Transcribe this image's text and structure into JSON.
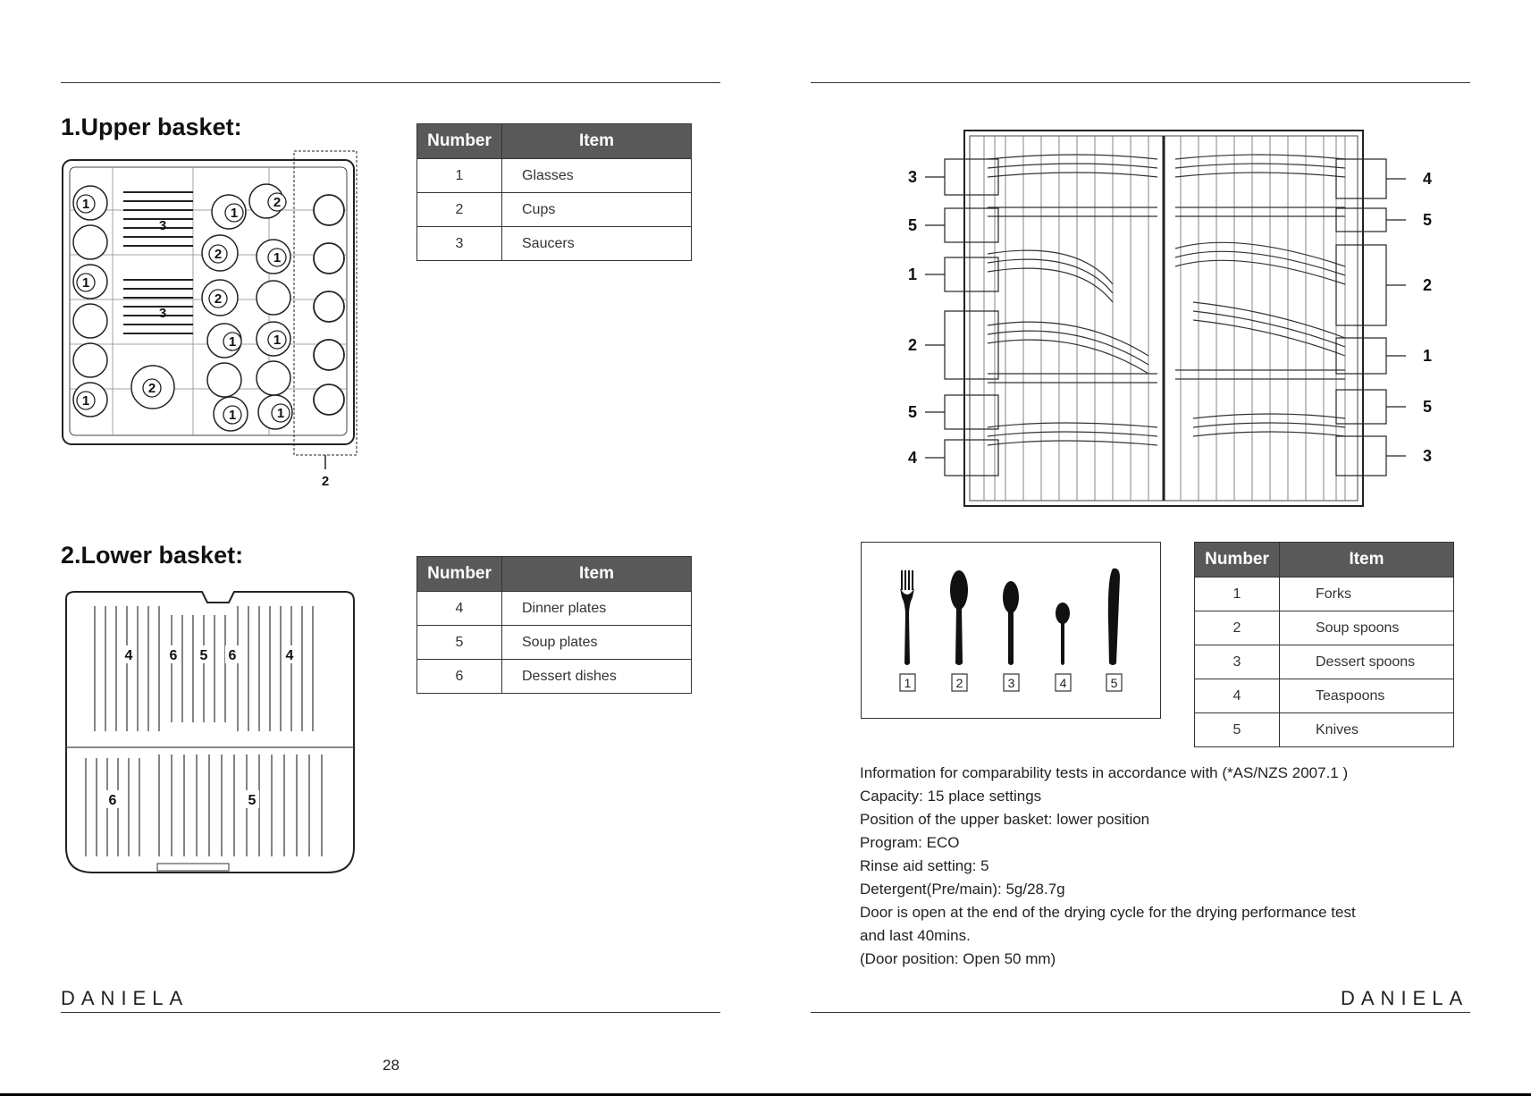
{
  "upper": {
    "title": "1.Upper basket:",
    "callouts": [
      "1",
      "2",
      "3"
    ],
    "table": {
      "headers": [
        "Number",
        "Item"
      ],
      "rows": [
        [
          "1",
          "Glasses"
        ],
        [
          "2",
          "Cups"
        ],
        [
          "3",
          "Saucers"
        ]
      ]
    }
  },
  "lower": {
    "title": "2.Lower basket:",
    "callouts": [
      "4",
      "5",
      "6"
    ],
    "table": {
      "headers": [
        "Number",
        "Item"
      ],
      "rows": [
        [
          "4",
          "Dinner plates"
        ],
        [
          "5",
          "Soup plates"
        ],
        [
          "6",
          "Dessert dishes"
        ]
      ]
    }
  },
  "cutlery": {
    "callouts_left": [
      "3",
      "5",
      "1",
      "2",
      "5",
      "4"
    ],
    "callouts_right": [
      "4",
      "5",
      "2",
      "1",
      "5",
      "3"
    ],
    "legend_numbers": [
      "1",
      "2",
      "3",
      "4",
      "5"
    ],
    "table": {
      "headers": [
        "Number",
        "Item"
      ],
      "rows": [
        [
          "1",
          "Forks"
        ],
        [
          "2",
          "Soup spoons"
        ],
        [
          "3",
          "Dessert spoons"
        ],
        [
          "4",
          "Teaspoons"
        ],
        [
          "5",
          "Knives"
        ]
      ]
    }
  },
  "info_lines": [
    "Information for comparability tests in accordance with (*AS/NZS 2007.1 )",
    "Capacity: 15 place settings",
    "Position of the upper basket: lower position",
    "Program: ECO",
    "Rinse aid setting: 5",
    "Detergent(Pre/main): 5g/28.7g",
    "Door is open at the end of the drying cycle for the drying performance test",
    "and last 40mins.",
    "(Door position: Open 50 mm)"
  ],
  "brand": "DANIELA",
  "page_number": "28"
}
